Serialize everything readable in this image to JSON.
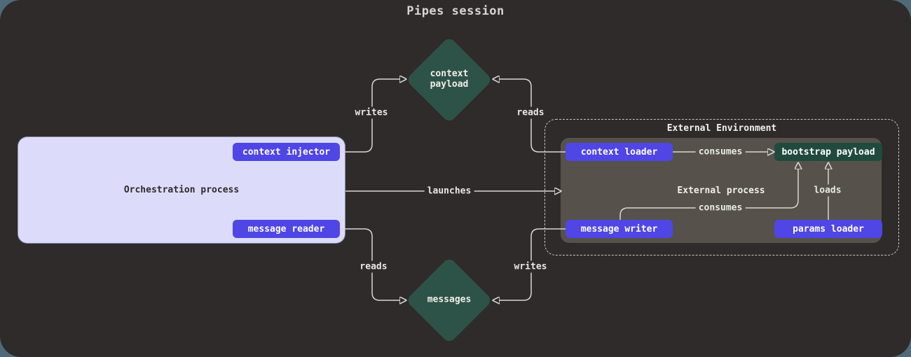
{
  "title": "Pipes session",
  "colors": {
    "canvas_bg": "#4f6b7a",
    "panel_bg": "#2e2b2a",
    "accent_purple": "#4f46e5",
    "diamond_green": "#2d5348",
    "bootstrap_green": "#214a3e",
    "orchestration_bg": "#dcdcfa",
    "external_process_bg": "#56524b",
    "wire": "#d8d6d3"
  },
  "orchestration": {
    "label": "Orchestration process",
    "context_injector": "context injector",
    "message_reader": "message reader"
  },
  "external": {
    "title": "External Environment",
    "process_label": "External process",
    "context_loader": "context loader",
    "bootstrap_payload": "bootstrap payload",
    "message_writer": "message writer",
    "params_loader": "params loader"
  },
  "assets": {
    "context_payload": "context payload",
    "messages": "messages"
  },
  "edges": {
    "writes_top": "writes",
    "reads_top": "reads",
    "launches": "launches",
    "consumes_top": "consumes",
    "consumes_bottom": "consumes",
    "loads": "loads",
    "reads_bottom": "reads",
    "writes_bottom": "writes"
  }
}
